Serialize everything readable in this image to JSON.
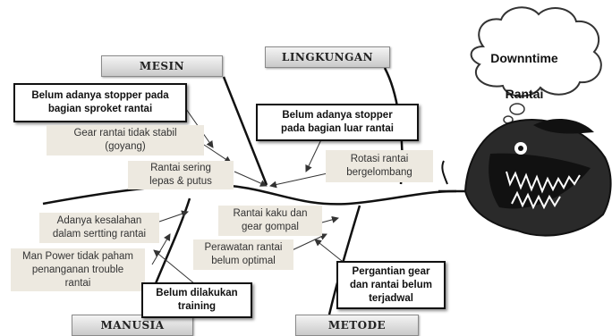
{
  "problem": {
    "line1": "Downntime",
    "line2": "Rantai"
  },
  "categories": {
    "mesin": "MESIN",
    "lingkungan": "LINGKUNGAN",
    "manusia": "MANUSIA",
    "metode": "METODE"
  },
  "causes": {
    "mesin_box": "Belum  adanya stopper pada\nbagian sproket rantai",
    "mesin_gear": "Gear rantai tidak stabil\n(goyang)",
    "mesin_lepas": "Rantai sering\nlepas & putus",
    "lingkungan_box": "Belum  adanya stopper\npada bagian luar rantai",
    "lingkungan_rotasi": "Rotasi rantai\nbergelombang",
    "manusia_kesalahan": "Adanya kesalahan\ndalam sertting rantai",
    "manusia_manpower": "Man Power tidak paham\npenanganan trouble\nrantai",
    "manusia_box": "Belum dilakukan\ntraining",
    "metode_kaku": "Rantai kaku dan\ngear gompal",
    "metode_perawatan": "Perawatan rantai\nbelum optimal",
    "metode_box": "Pergantian gear\ndan rantai belum\nterjadwal"
  }
}
